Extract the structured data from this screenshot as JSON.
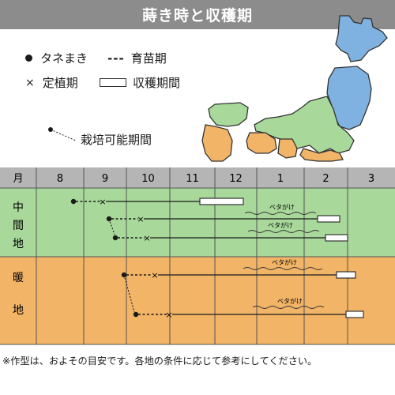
{
  "title": "蒔き時と収穫期",
  "legend": {
    "sowing": "タネまき",
    "nursery": "育苗期",
    "planting": "定植期",
    "harvest": "収穫期間",
    "cultivable": "栽培可能期間"
  },
  "table": {
    "month_header": "月",
    "months": [
      "8",
      "9",
      "10",
      "11",
      "12",
      "1",
      "2",
      "3"
    ],
    "regions": [
      {
        "label_chars": [
          "中",
          "間",
          "地"
        ],
        "color": "#a8d89a"
      },
      {
        "label_chars": [
          "暖",
          "地"
        ],
        "color": "#f2b466"
      }
    ],
    "header_color": "#b5b5b5",
    "row_annotation": "ベタがけ"
  },
  "map_colors": {
    "north": "#7fb2e0",
    "middle": "#a8d89a",
    "warm": "#f2b466"
  },
  "footnote": "※作型は、およその目安です。各地の条件に応じて参考にしてください。"
}
